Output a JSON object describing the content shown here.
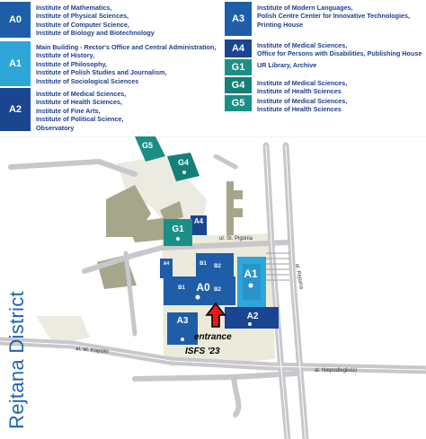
{
  "legend_left": [
    {
      "code": "A0",
      "color": "#1e5ea8",
      "lines": [
        "Institute of Mathematics,",
        "Institute of Physical Sciences,",
        "Institute of Computer Science,",
        "Institute of Biology and Biotechnology"
      ]
    },
    {
      "code": "A1",
      "color": "#2da6d8",
      "lines": [
        "Main Building - Rector's Office and Central Administration,",
        "Institute of History,",
        "Institute of Philosophy,",
        "Institute of Polish Studies and Journalism,",
        "Institute of Sociological Sciences"
      ]
    },
    {
      "code": "A2",
      "color": "#1a4591",
      "lines": [
        "Institute of Medical Sciences,",
        "Institute of Health Sciences,",
        "Institute of Fine Arts,",
        "Institute of Political Science,",
        "Observatory"
      ]
    }
  ],
  "legend_right": [
    {
      "code": "A3",
      "color": "#1e5ea8",
      "lines": [
        "Institute of Modern Languages,",
        "Polish Centre Center for Innovative Technologies,",
        "Printing House"
      ]
    },
    {
      "code": "A4",
      "color": "#1a4591",
      "lines": [
        "Institute of Medical Sciences,",
        "Office for Persons with Disabilities, Publishing House"
      ]
    },
    {
      "code": "G1",
      "color": "#1b8f86",
      "lines": [
        "UR Library, Archive"
      ]
    },
    {
      "code": "G4",
      "color": "#148078",
      "lines": [
        "Institute of Medical Sciences,",
        "Institute of Health Sciences"
      ]
    },
    {
      "code": "G5",
      "color": "#1b8f86",
      "lines": [
        "Institute of Medical Sciences,",
        "Institute of Health Sciences"
      ]
    }
  ],
  "map_labels": {
    "G5": "G5",
    "G4": "G4",
    "G1": "G1",
    "A4": "A4",
    "A1": "A1",
    "A0": "A0",
    "B1_top": "B1",
    "B1_bottom": "B1",
    "B2_top": "B2",
    "B2_bottom": "B2",
    "A3": "A3",
    "A2": "A2"
  },
  "streets": {
    "pigonia": "ul. St. Pigonia",
    "rejtana": "al. Rejtana",
    "kopisto": "al. W. Kopisto",
    "niepodleglosci": "al. Niepodległości"
  },
  "entrance": {
    "line1": "entrance",
    "line2": "ISFS '23"
  },
  "district": "Rejtana District",
  "colors": {
    "blue_dark": "#1a4591",
    "blue": "#1e5ea8",
    "blue_light": "#2da6d8",
    "teal": "#1b8f86",
    "olive": "#a5a68a",
    "road": "#c7c7cc",
    "campus_ground": "#eceadb",
    "text_blue": "#1d3f8f",
    "arrow_red": "#e11a1a"
  }
}
